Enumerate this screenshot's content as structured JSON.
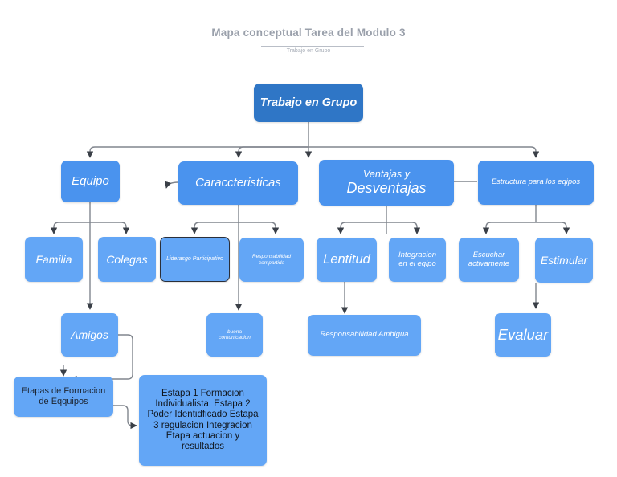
{
  "header": {
    "title": "Mapa conceptual Tarea del Modulo 3",
    "subtitle": "Trabajo en Grupo"
  },
  "diagram": {
    "type": "concept-map",
    "root": "Trabajo en  Grupo",
    "nodes": {
      "root": "Trabajo en  Grupo",
      "equipo": "Equipo",
      "caraccteristicas": "Caraccteristicas",
      "ventajas_l1": "Ventajas y",
      "ventajas_l2": "Desventajas",
      "estructura": "Estructura para los eqipos",
      "familia": "Familia",
      "colegas": "Colegas",
      "liderasgo": "Liderasgo Participativo",
      "responsabilidad_compartida": "Responsabilidad compartida",
      "lentitud": "Lentitud",
      "integracion": "Integracion en el eqipo",
      "escuchar": "Escuchar activamente",
      "estimular": "Estimular",
      "amigos": "Amigos",
      "buena_comunicacion": "buena comunicacion",
      "responsabilidad_ambigua": "Responsabilidad Ambigua",
      "evaluar": "Evaluar",
      "etapas": "Etapas de Formacion de Eqquipos",
      "etapas_detalle": "Estapa 1 Formacion Individualista. Estapa 2 Poder Identidficado Estapa 3  regulacion Integracion Etapa  actuacion y resultados"
    },
    "colors": {
      "root_fill": "#2f76c6",
      "level1_fill": "#4a93ee",
      "level2_fill": "#63a6f6",
      "connector": "#6b7078",
      "title_text": "#9aa0ab",
      "node_text": "#ffffff",
      "dark_text": "#1c2430"
    },
    "edges": [
      {
        "from": "root",
        "to": "equipo"
      },
      {
        "from": "root",
        "to": "caraccteristicas"
      },
      {
        "from": "root",
        "to": "ventajas_l1"
      },
      {
        "from": "root",
        "to": "estructura"
      },
      {
        "from": "equipo",
        "to": "familia"
      },
      {
        "from": "equipo",
        "to": "colegas"
      },
      {
        "from": "equipo",
        "to": "amigos"
      },
      {
        "from": "caraccteristicas",
        "to": "liderasgo"
      },
      {
        "from": "caraccteristicas",
        "to": "responsabilidad_compartida"
      },
      {
        "from": "caraccteristicas",
        "to": "buena_comunicacion"
      },
      {
        "from": "ventajas_l1",
        "to": "lentitud"
      },
      {
        "from": "ventajas_l1",
        "to": "integracion"
      },
      {
        "from": "lentitud",
        "to": "responsabilidad_ambigua"
      },
      {
        "from": "estructura",
        "to": "escuchar"
      },
      {
        "from": "estructura",
        "to": "estimular"
      },
      {
        "from": "estimular",
        "to": "evaluar"
      },
      {
        "from": "amigos",
        "to": "etapas"
      },
      {
        "from": "etapas",
        "to": "etapas_detalle"
      },
      {
        "from": "estructura",
        "to": "ventajas_l1"
      },
      {
        "from": "caraccteristicas",
        "to": "left-marker"
      }
    ]
  }
}
